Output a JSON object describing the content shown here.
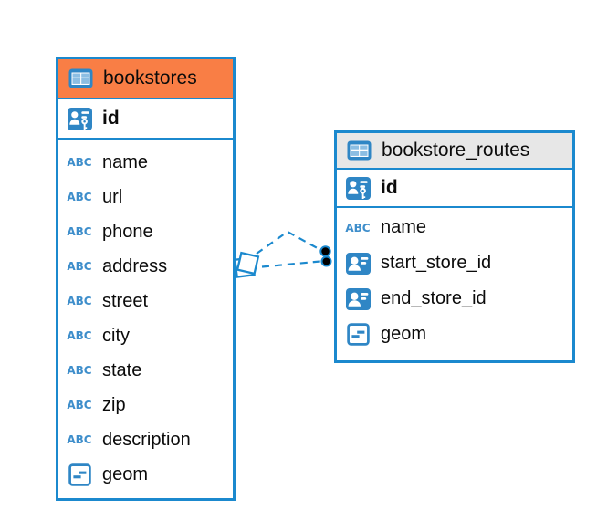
{
  "diagram": {
    "tables": [
      {
        "name": "bookstores",
        "header_color": "#F97E45",
        "primary_key": {
          "name": "id",
          "icon": "primary-key-icon"
        },
        "columns": [
          {
            "name": "name",
            "icon": "text-type-icon"
          },
          {
            "name": "url",
            "icon": "text-type-icon"
          },
          {
            "name": "phone",
            "icon": "text-type-icon"
          },
          {
            "name": "address",
            "icon": "text-type-icon"
          },
          {
            "name": "street",
            "icon": "text-type-icon"
          },
          {
            "name": "city",
            "icon": "text-type-icon"
          },
          {
            "name": "state",
            "icon": "text-type-icon"
          },
          {
            "name": "zip",
            "icon": "text-type-icon"
          },
          {
            "name": "description",
            "icon": "text-type-icon"
          },
          {
            "name": "geom",
            "icon": "geometry-type-icon"
          }
        ]
      },
      {
        "name": "bookstore_routes",
        "header_color": "#E7E7E7",
        "primary_key": {
          "name": "id",
          "icon": "primary-key-icon"
        },
        "columns": [
          {
            "name": "name",
            "icon": "text-type-icon"
          },
          {
            "name": "start_store_id",
            "icon": "foreign-key-icon"
          },
          {
            "name": "end_store_id",
            "icon": "foreign-key-icon"
          },
          {
            "name": "geom",
            "icon": "geometry-type-icon"
          }
        ]
      }
    ],
    "relationships": {
      "from_table": "bookstores",
      "to_table": "bookstore_routes",
      "link_count": 2,
      "line_style": "dashed",
      "line_color": "#1B89CE",
      "source_marker": "stacked-diamond",
      "target_marker": "filled-dot"
    }
  },
  "icons": {
    "text_type_label": "ABC"
  },
  "colors": {
    "accent_blue": "#1B89CE",
    "header_orange": "#F97E45",
    "header_gray": "#E7E7E7",
    "icon_blue": "#2F86C5",
    "icon_cell_blue": "#8CBEE3",
    "text_black": "#0b0b0b"
  }
}
